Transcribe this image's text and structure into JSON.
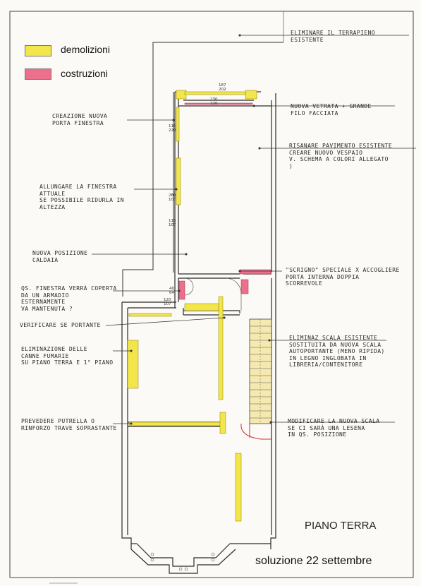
{
  "legend": {
    "items": [
      {
        "label": "demolizioni",
        "color": "#f3e64a"
      },
      {
        "label": "costruzioni",
        "color": "#ee6f8c"
      }
    ]
  },
  "notes": {
    "eliminare_terrapieno": "ELIMINARE IL TERRAPIENO\nESISTENTE",
    "nuova_vetrata": "NUOVA VETRATA + GRANDE\nFILO FACCIATA",
    "creazione_porta": "CREAZIONE NUOVA\nPORTA FINESTRA",
    "risanare_pavimento": "RISANARE PAVIMENTO ESISTENTE\nCREARE NUOVO VESPAIO\nV. SCHEMA A COLORI ALLEGATO\n)",
    "allungare_finestra": "ALLUNGARE LA FINESTRA\nATTUALE\nSE POSSIBILE RIDURLA IN\nALTEZZA",
    "nuova_caldaia": "NUOVA POSIZIONE\nCALDAIA",
    "scrigno": "\"SCRIGNO\" SPECIALE X ACCOGLIERE\nPORTA INTERNA DOPPIA\nSCORREVOLE",
    "finestra_coperta": "QS. FINESTRA VERRÀ COPERTA\nDA UN ARMADIO\nESTERNAMENTE\nVA MANTENUTA ?",
    "verificare_portante": "VERIFICARE SE PORTANTE",
    "eliminaz_scala": "ELIMINAZ SCALA ESISTENTE\nSOSTITUITA DA NUOVA SCALA\nAUTOPORTANTE (MENO RIPIDA)\nIN LEGNO INGLOBATA IN\nLIBRERIA/CONTENITORE",
    "eliminazione_canne": "ELIMINAZIONE DELLE\nCANNE FUMARIE\nSU PIANO TERRA E 1° PIANO",
    "prevedere_putrella": "PREVEDERE PUTRELLA O\nRINFORZO TRAVE SOPRASTANTE",
    "modificare_scala": "MODIFICARE LA NUOVA SCALA\nSE CI SARÀ UNA LESENA\nIN QS. POSIZIONE"
  },
  "dimensions": {
    "top_window": "187\n202",
    "top_window_b": "230\n220",
    "door_left": "115\n220",
    "window_left": "280\n107",
    "window_left_b": "115\n107",
    "small_window": "40\n64",
    "small_window_b": "120\n107"
  },
  "titles": {
    "floor": "PIANO TERRA",
    "solution": "soluzione 22 settembre"
  },
  "colors": {
    "demolition": "#f3e64a",
    "construction": "#ee6f8c",
    "wall": "#2b2b2b",
    "paper": "#fbfaf6"
  }
}
